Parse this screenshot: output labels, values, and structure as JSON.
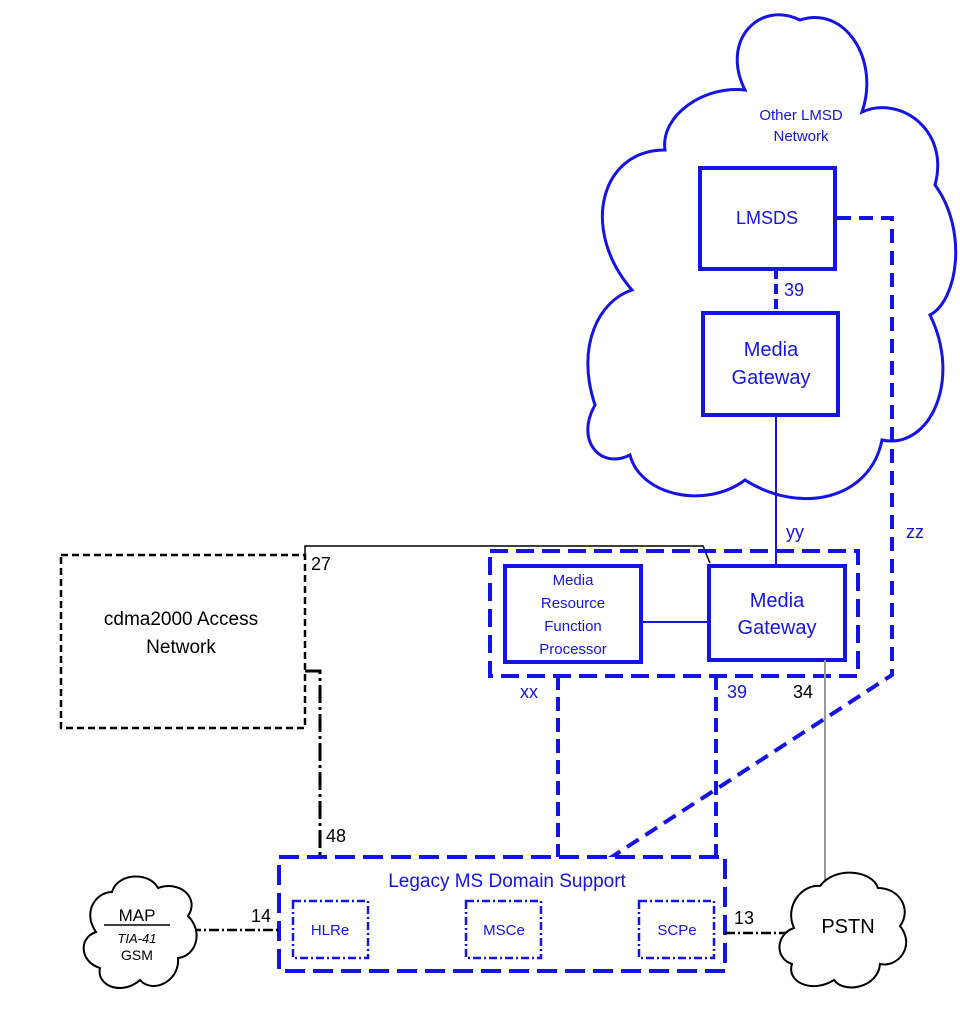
{
  "colors": {
    "blue": "#1414e6",
    "black": "#000000",
    "gray": "#999999"
  },
  "cloud": {
    "line1": "Other LMSD",
    "line2": "Network"
  },
  "lmsds": {
    "label": "LMSDS"
  },
  "cloud_media_gateway": {
    "line1": "Media",
    "line2": "Gateway"
  },
  "media_gateway": {
    "line1": "Media",
    "line2": "Gateway"
  },
  "mrfp": {
    "line1": "Media",
    "line2": "Resource",
    "line3": "Function",
    "line4": "Processor"
  },
  "access_network": {
    "line1": "cdma2000 Access",
    "line2": "Network"
  },
  "legacy": {
    "title": "Legacy MS Domain Support",
    "hlre": "HLRe",
    "msce": "MSCe",
    "scpe": "SCPe"
  },
  "map_cloud": {
    "map": "MAP",
    "tia": "TIA-41",
    "gsm": "GSM"
  },
  "pstn": {
    "label": "PSTN"
  },
  "interfaces": {
    "i39_top": "39",
    "yy": "yy",
    "zz": "zz",
    "i27": "27",
    "xx": "xx",
    "i39_bottom": "39",
    "i34": "34",
    "i48": "48",
    "i14": "14",
    "i13": "13"
  }
}
